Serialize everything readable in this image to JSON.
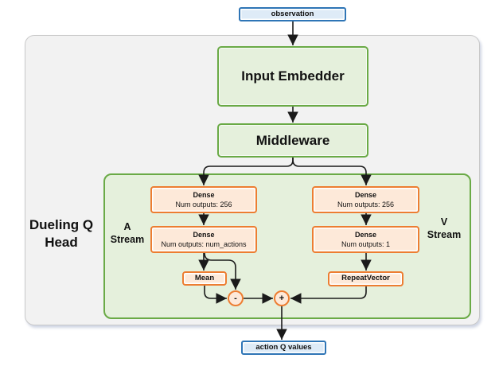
{
  "nodes": {
    "observation": {
      "label": "observation"
    },
    "input_embedder": {
      "label": "Input Embedder"
    },
    "middleware": {
      "label": "Middleware"
    },
    "dueling_q_head": {
      "line1": "Dueling Q",
      "line2": "Head"
    },
    "a_stream": {
      "line1": "A",
      "line2": "Stream"
    },
    "v_stream": {
      "line1": "V",
      "line2": "Stream"
    },
    "a_dense_1": {
      "title": "Dense",
      "subtitle": "Num outputs: 256"
    },
    "a_dense_2": {
      "title": "Dense",
      "subtitle": "Num outputs: num_actions"
    },
    "mean": {
      "label": "Mean"
    },
    "v_dense_1": {
      "title": "Dense",
      "subtitle": "Num outputs: 256"
    },
    "v_dense_2": {
      "title": "Dense",
      "subtitle": "Num outputs: 1"
    },
    "repeat_vector": {
      "label": "RepeatVector"
    },
    "minus_op": {
      "label": "-"
    },
    "plus_op": {
      "label": "+"
    },
    "action_q_values": {
      "label": "action Q values"
    }
  },
  "colors": {
    "blue_border": "#2E75B6",
    "blue_fill": "#DEEBF7",
    "green_border": "#6AAA46",
    "green_fill": "#E5F0DC",
    "orange_border": "#ED7D31",
    "orange_fill": "#FDE9D9",
    "panel_fill": "#F2F2F2",
    "panel_border": "#C9C9C9",
    "arrow": "#1A1A1A"
  }
}
